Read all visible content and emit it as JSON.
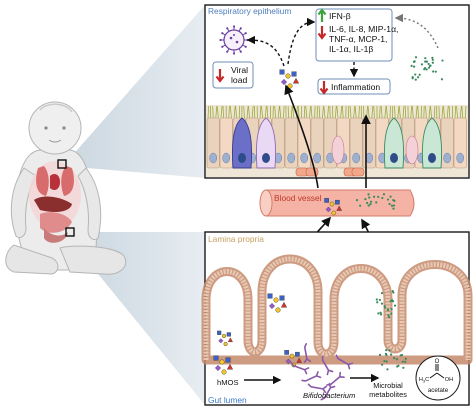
{
  "respiratory": {
    "title": "Respiratory epithelium",
    "ifn": "IFN-β",
    "cytokines": [
      "IL-6, IL-8, MIP-1α,",
      "TNF-α, MCP-1,",
      "IL-1α, IL-1β"
    ],
    "viral_load": [
      "Viral",
      "load"
    ],
    "inflammation": "Inflammation"
  },
  "blood_vessel": {
    "label": "Blood vessel"
  },
  "gut": {
    "lamina_propria": "Lamina propria",
    "lumen": "Gut lumen",
    "hmos": "hMOS",
    "bacterium": "Bifidobacterium",
    "metabolites": [
      "Microbial",
      "metabolites"
    ],
    "acetate": "acetate",
    "acetate_ch3": "H",
    "acetate_ch3_sub": "3",
    "acetate_c": "C",
    "acetate_oh": "OH",
    "acetate_o": "O"
  },
  "colors": {
    "resp_title": "#4f7fbf",
    "vessel": "#f4b3a4",
    "vessel_label": "#c0392b",
    "panel_border": "#1a1a1a",
    "gut_title": "#c9a063",
    "lumen_title": "#3b78c4",
    "up_arrow": "#3aa63a",
    "down_arrow": "#c62828"
  }
}
